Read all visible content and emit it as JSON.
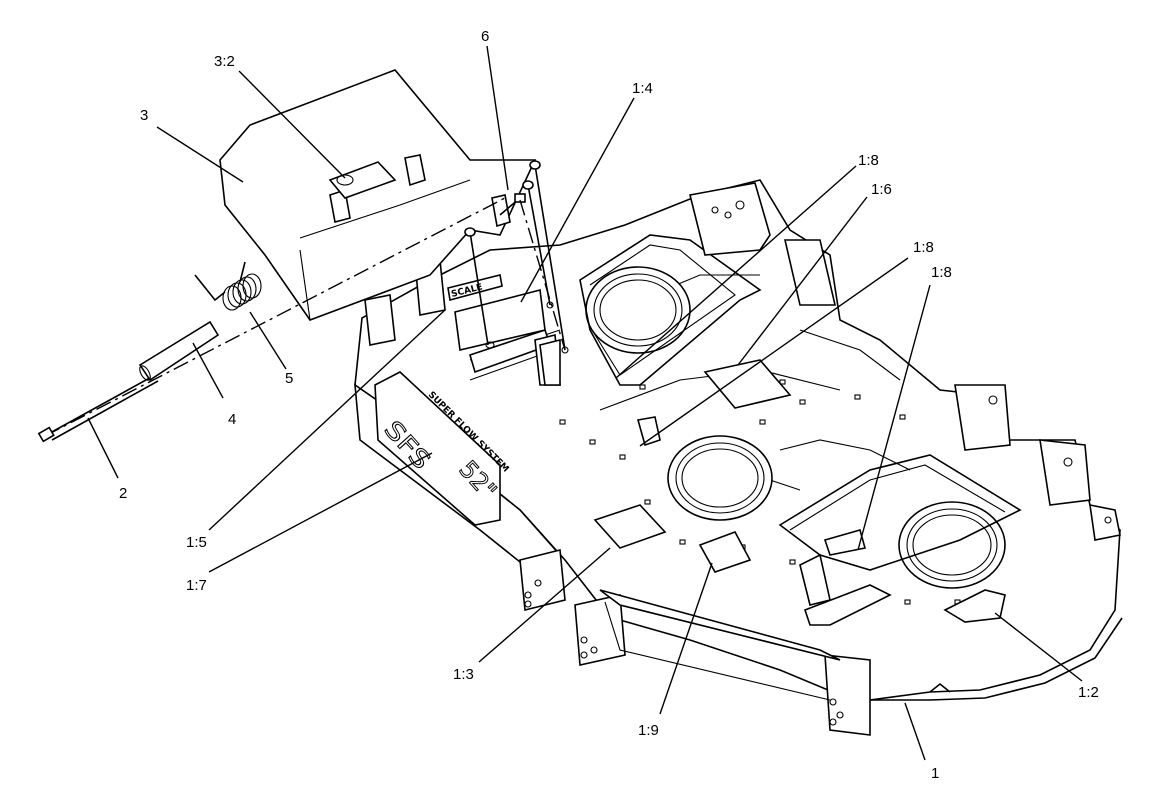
{
  "callouts": {
    "c6": "6",
    "c3_2": "3:2",
    "c3": "3",
    "c1_4": "1:4",
    "c1_8a": "1:8",
    "c1_6": "1:6",
    "c1_8b": "1:8",
    "c1_8c": "1:8",
    "c5": "5",
    "c4": "4",
    "c2": "2",
    "c1_5": "1:5",
    "c1_7": "1:7",
    "c1_3": "1:3",
    "c1_9": "1:9",
    "c1_2": "1:2",
    "c1": "1"
  },
  "decal": {
    "brand": "SFS",
    "system_text": "SUPER FLOW SYSTEM",
    "size": "52\""
  }
}
